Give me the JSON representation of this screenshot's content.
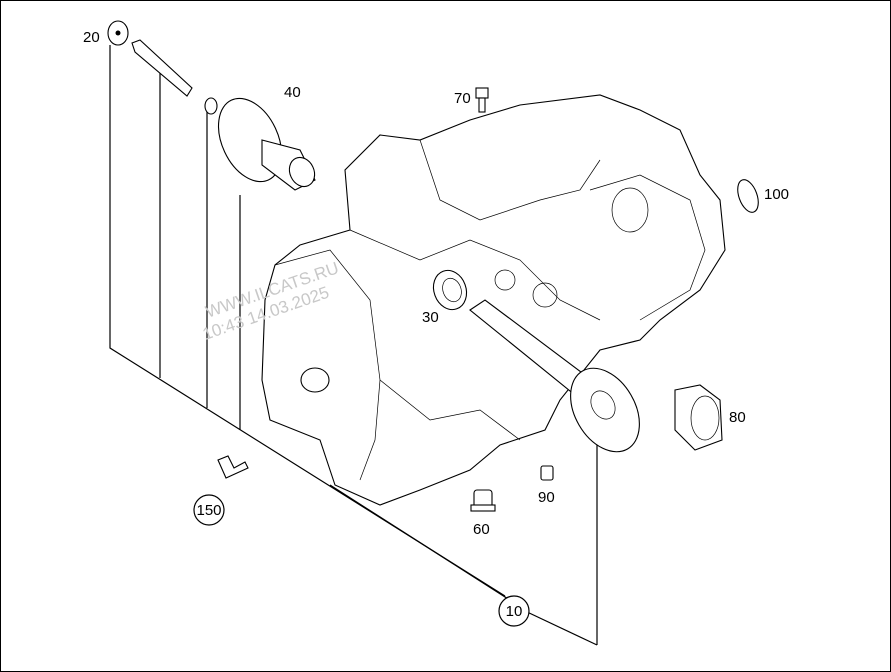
{
  "diagram": {
    "callouts": {
      "c10": "10",
      "c20": "20",
      "c30": "30",
      "c40": "40",
      "c60": "60",
      "c70": "70",
      "c80": "80",
      "c90": "90",
      "c100": "100",
      "c150": "150"
    },
    "watermark": {
      "line1": "WWW.ILCATS.RU",
      "line2": "10:43 14.03.2025"
    }
  }
}
